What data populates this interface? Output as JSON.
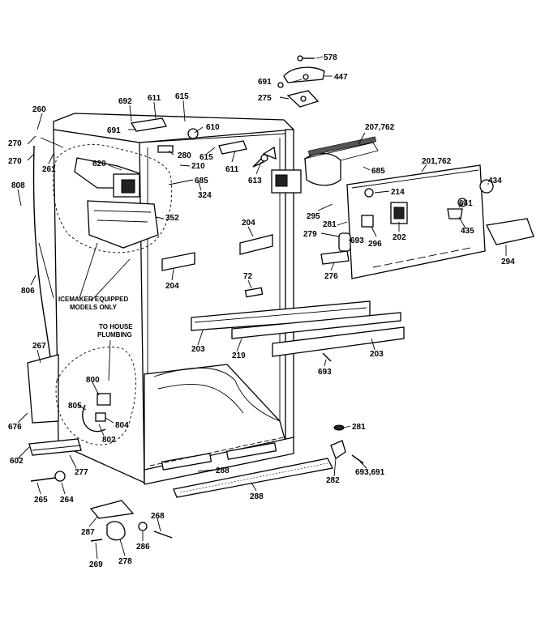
{
  "labels": {
    "p578": "578",
    "p691a": "691",
    "p447": "447",
    "p275": "275",
    "p260": "260",
    "p692": "692",
    "p611a": "611",
    "p615a": "615",
    "p691b": "691",
    "p610": "610",
    "p280": "280",
    "p615b": "615",
    "p210": "210",
    "p611b": "611",
    "p613": "613",
    "p270a": "270",
    "p270b": "270",
    "p261": "261",
    "p820": "820",
    "p685a": "685",
    "p324": "324",
    "p207": "207,762",
    "p685b": "685",
    "p201": "201,762",
    "p434": "434",
    "p214": "214",
    "p641": "641",
    "p808": "808",
    "p352": "352",
    "p295": "295",
    "p204a": "204",
    "p281a": "281",
    "p693a": "693",
    "p279": "279",
    "p202": "202",
    "p296": "296",
    "p435": "435",
    "p294": "294",
    "p276": "276",
    "p204b": "204",
    "p806": "806",
    "p72": "72",
    "p267": "267",
    "p203a": "203",
    "p219": "219",
    "p203b": "203",
    "p693b": "693",
    "p800": "800",
    "p805": "805",
    "p804": "804",
    "p802": "802",
    "p676": "676",
    "p281b": "281",
    "p602": "602",
    "p277": "277",
    "p282": "282",
    "p693691": "693,691",
    "p288a": "288",
    "p288b": "288",
    "p265": "265",
    "p264": "264",
    "p287": "287",
    "p268": "268",
    "p286": "286",
    "p269": "269",
    "p278": "278"
  },
  "notes": {
    "icemaker_line1": "ICEMAKER EQUIPPED",
    "icemaker_line2": "MODELS ONLY",
    "plumbing_line1": "TO HOUSE",
    "plumbing_line2": "PLUMBING"
  }
}
